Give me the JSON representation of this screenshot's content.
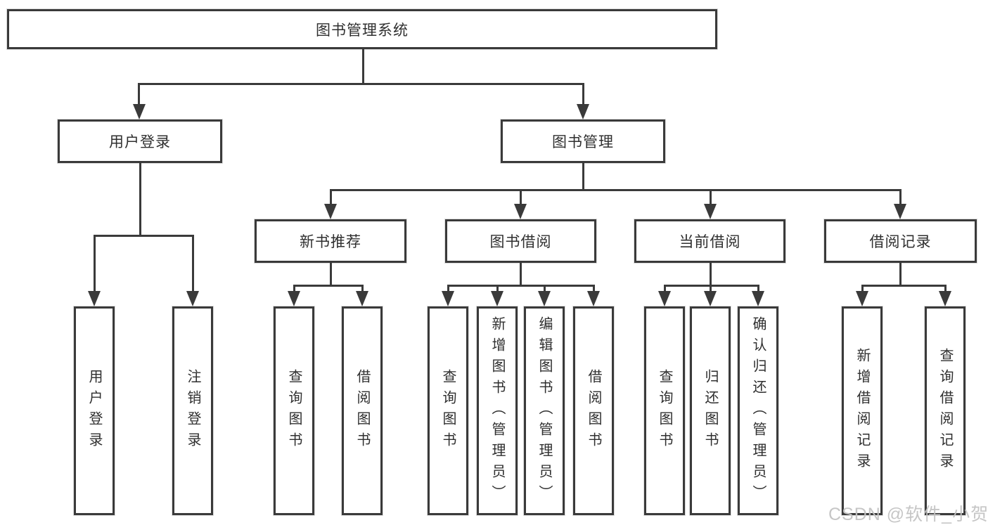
{
  "diagram": {
    "root": "图书管理系统",
    "level2": [
      "用户登录",
      "图书管理"
    ],
    "level3": [
      "新书推荐",
      "图书借阅",
      "当前借阅",
      "借阅记录"
    ],
    "leaves": {
      "user_login": [
        "用户登录",
        "注销登录"
      ],
      "new_book_rec": [
        "查询图书",
        "借阅图书"
      ],
      "book_borrow": [
        "查询图书",
        "新增图书（管理员）",
        "编辑图书（管理员）",
        "借阅图书"
      ],
      "current_borrow": [
        "查询图书",
        "归还图书",
        "确认归还（管理员）"
      ],
      "borrow_records": [
        "新增借阅记录",
        "查询借阅记录"
      ]
    }
  },
  "watermark": "CSDN @软件_小贺同学",
  "colors": {
    "line": "#3a3a3a",
    "text": "#2f2f2f",
    "watermark": "#c3c3c3",
    "background": "#ffffff"
  }
}
